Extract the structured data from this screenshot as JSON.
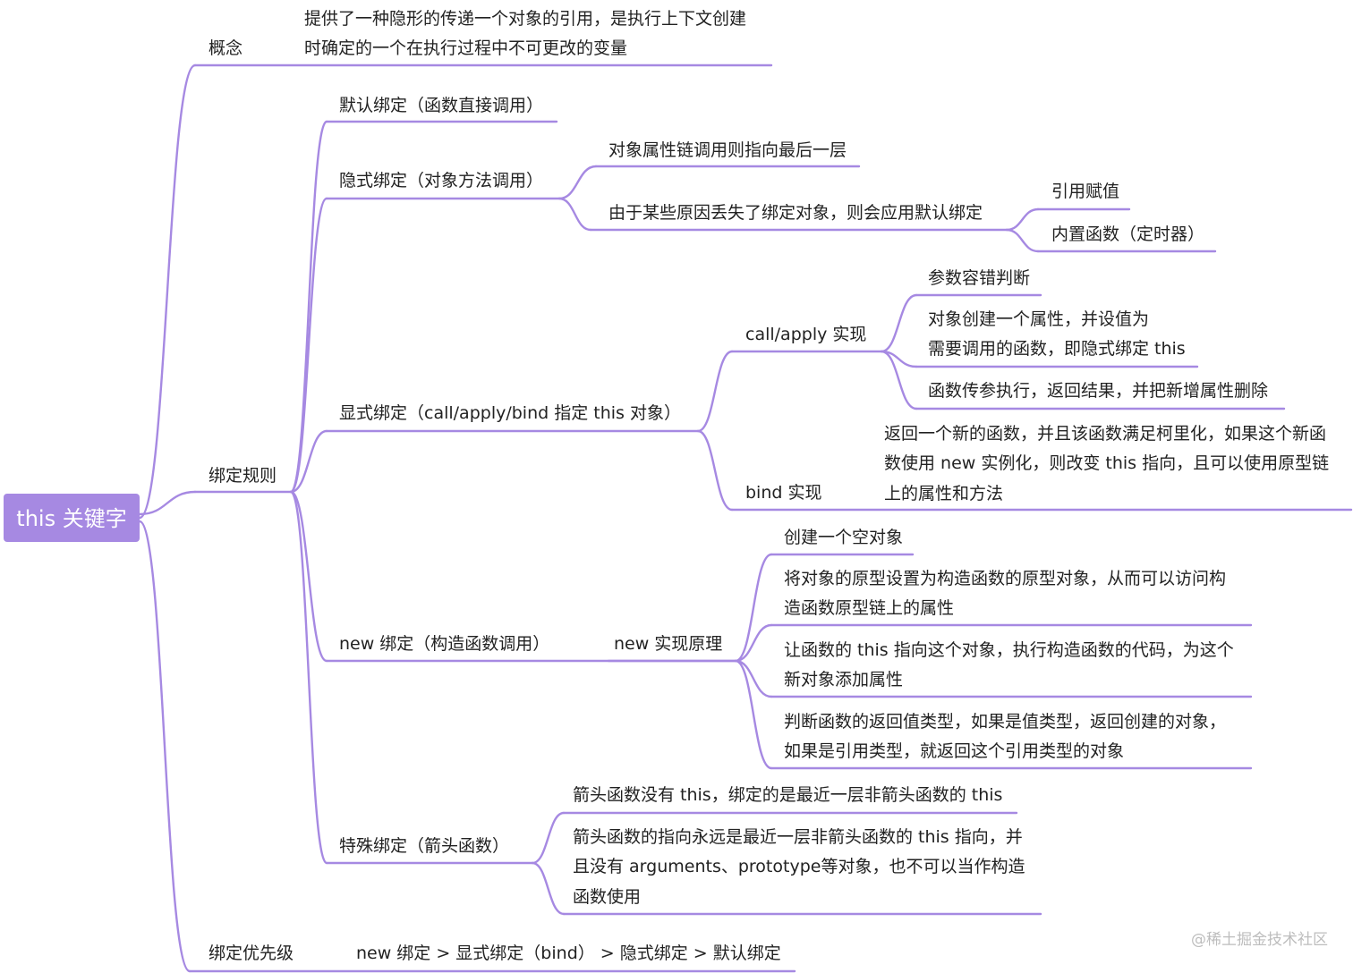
{
  "colors": {
    "accent": "#a689e2",
    "text": "#222222",
    "watermark": "#bdbdbd"
  },
  "watermark": "@稀土掘金技术社区",
  "nodes": {
    "root": "this 关键字",
    "concept": "概念",
    "concept_desc": [
      "提供了一种隐形的传递一个对象的引用，是执行上下文创建",
      "时确定的一个在执行过程中不可更改的变量"
    ],
    "rules": "绑定规则",
    "default": "默认绑定（函数直接调用）",
    "implicit": "隐式绑定（对象方法调用）",
    "implicit_chain": "对象属性链调用则指向最后一层",
    "implicit_lost": "由于某些原因丢失了绑定对象，则会应用默认绑定",
    "ref_assign": "引用赋值",
    "builtin": "内置函数（定时器）",
    "explicit": "显式绑定（call/apply/bind 指定 this 对象）",
    "callapply": "call/apply 实现",
    "param_check": "参数容错判断",
    "create_prop": [
      "对象创建一个属性，并设值为",
      "需要调用的函数，即隐式绑定 this"
    ],
    "exec_return": "函数传参执行，返回结果，并把新增属性删除",
    "bind_impl": "bind 实现",
    "bind_desc": [
      "返回一个新的函数，并且该函数满足柯里化，如果这个新函",
      "数使用 new 实例化，则改变 this 指向，且可以使用原型链",
      "上的属性和方法"
    ],
    "new_bind": "new 绑定（构造函数调用）",
    "new_impl": "new 实现原理",
    "new_step1": "创建一个空对象",
    "new_step2": [
      "将对象的原型设置为构造函数的原型对象，从而可以访问构",
      "造函数原型链上的属性"
    ],
    "new_step3": [
      "让函数的 this 指向这个对象，执行构造函数的代码，为这个",
      "新对象添加属性"
    ],
    "new_step4": [
      "判断函数的返回值类型，如果是值类型，返回创建的对象，",
      "如果是引用类型，就返回这个引用类型的对象"
    ],
    "special": "特殊绑定（箭头函数）",
    "arrow1": "箭头函数没有 this，绑定的是最近一层非箭头函数的 this",
    "arrow2": [
      "箭头函数的指向永远是最近一层非箭头函数的 this 指向，并",
      "且没有 arguments、prototype等对象，也不可以当作构造",
      "函数使用"
    ],
    "priority": "绑定优先级",
    "priority_desc": "new 绑定 > 显式绑定（bind） > 隐式绑定 > 默认绑定"
  }
}
